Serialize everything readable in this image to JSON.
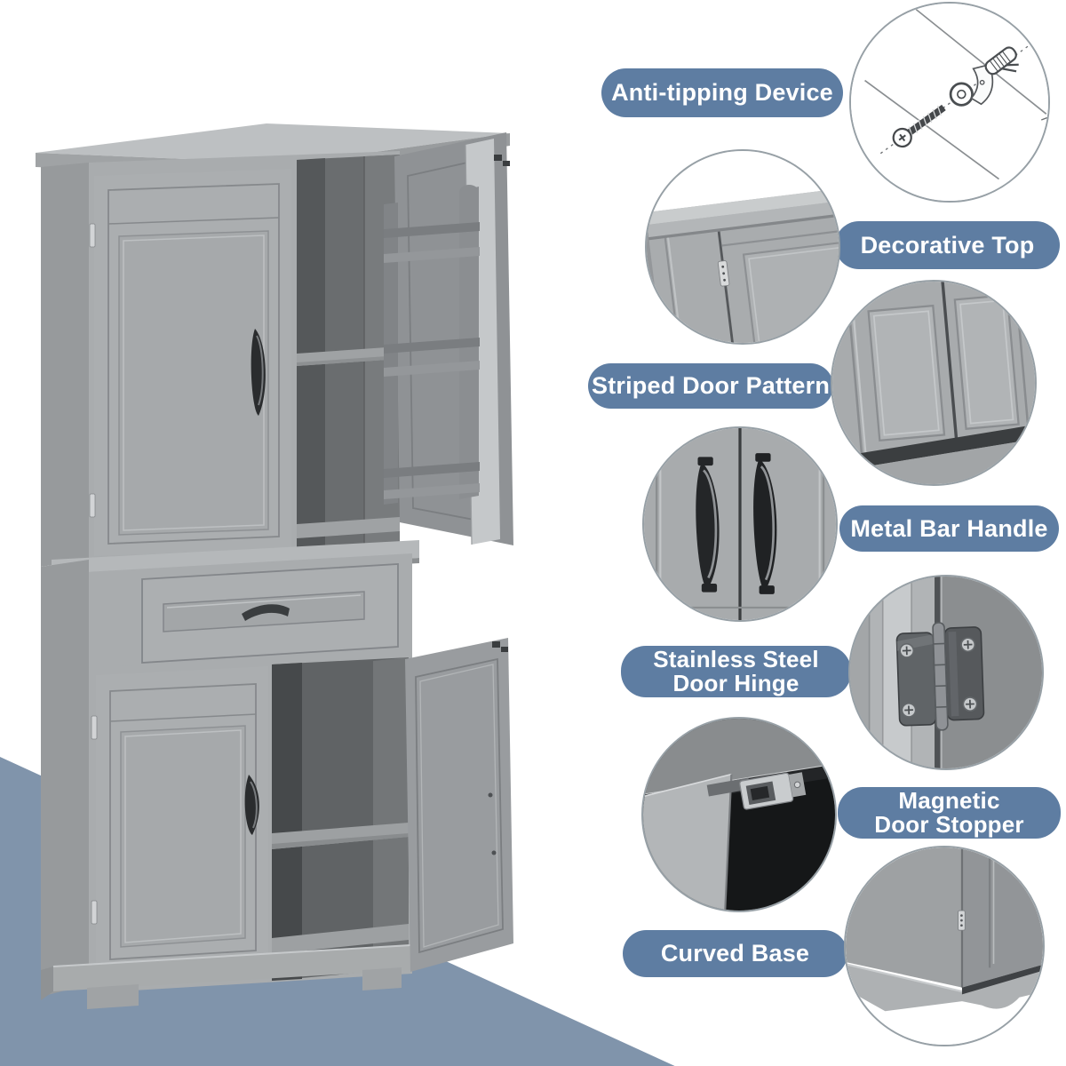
{
  "features": [
    {
      "name": "anti-tipping-device",
      "label": "Anti-tipping Device"
    },
    {
      "name": "decorative-top",
      "label": "Decorative Top"
    },
    {
      "name": "striped-door-pattern",
      "label": "Striped Door Pattern"
    },
    {
      "name": "metal-bar-handle",
      "label": "Metal Bar Handle"
    },
    {
      "name": "stainless-steel-door-hinge",
      "label": "Stainless Steel Door Hinge",
      "line1": "Stainless Steel",
      "line2": "Door Hinge"
    },
    {
      "name": "magnetic-door-stopper",
      "label": "Magnetic Door Stopper",
      "line1": "Magnetic",
      "line2": "Door Stopper"
    },
    {
      "name": "curved-base",
      "label": "Curved Base"
    }
  ],
  "illustration": {
    "subject": "tall grey freestanding storage cabinet with open upper and lower right doors, interior shelves, door-mounted rack, middle drawer and curved plinth base"
  },
  "colors": {
    "label_background": "#5e7da2",
    "label_text": "#ffffff",
    "background_triangle": "#8094ab",
    "cabinet_body": "#a9acae",
    "cabinet_interior": "#6a6d6f",
    "handle_metal": "#2a2c2e"
  }
}
